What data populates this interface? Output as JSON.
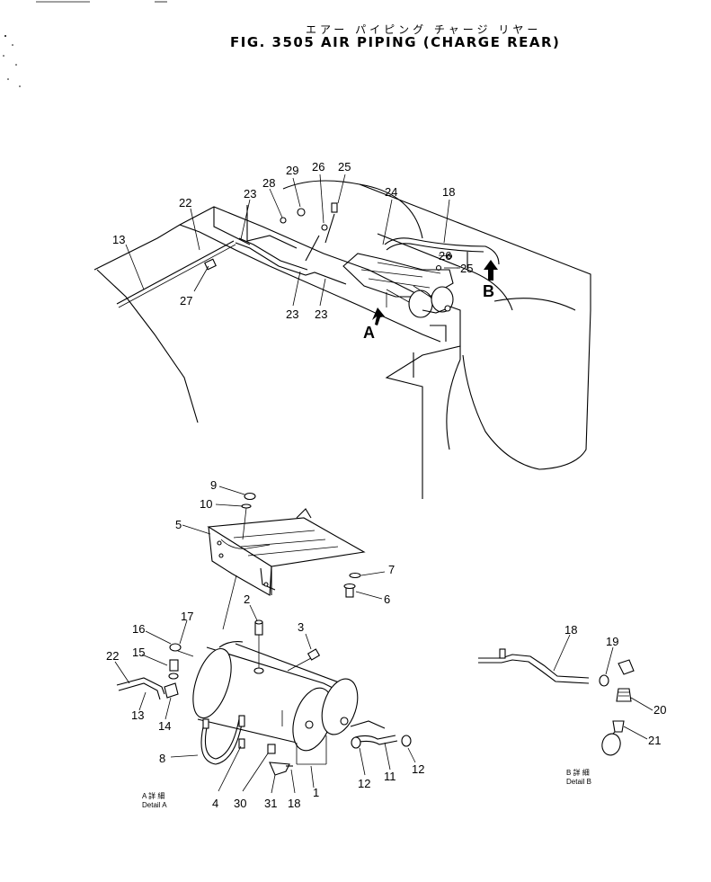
{
  "header": {
    "title_jp": "エアー パイピング チャージ リヤー",
    "title_en": "FIG. 3505  AIR PIPING (CHARGE REAR)"
  },
  "view_markers": {
    "a": "A",
    "b": "B"
  },
  "details": {
    "a_jp": "A 詳 細",
    "a_en": "Detail A",
    "b_jp": "B 詳 細",
    "b_en": "Detail B"
  },
  "callouts": {
    "top": [
      "13",
      "22",
      "27",
      "23",
      "23",
      "23",
      "28",
      "29",
      "26",
      "25",
      "24",
      "18",
      "26",
      "25"
    ],
    "detail_a": [
      "9",
      "10",
      "5",
      "7",
      "6",
      "2",
      "3",
      "17",
      "16",
      "15",
      "22",
      "13",
      "14",
      "8",
      "4",
      "30",
      "31",
      "18",
      "1",
      "12",
      "11",
      "12"
    ],
    "detail_b": [
      "18",
      "19",
      "20",
      "21"
    ]
  }
}
